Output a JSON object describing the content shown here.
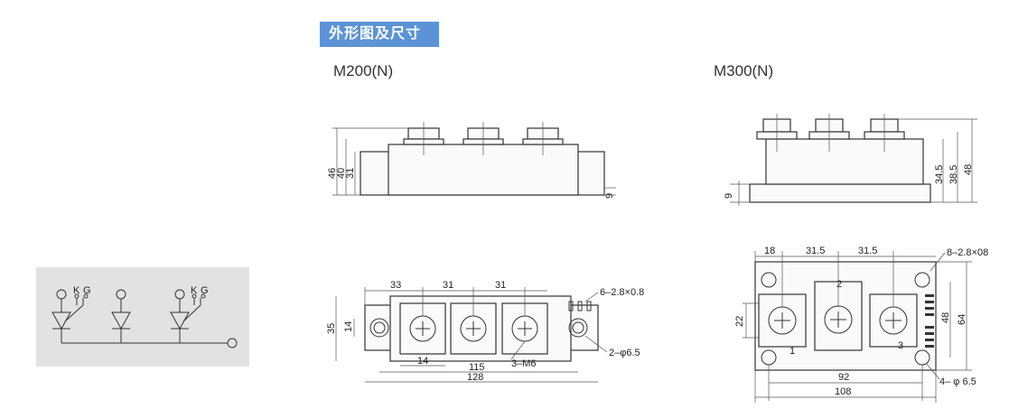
{
  "section_title": "外形图及尺寸",
  "models": {
    "left": "M200(N)",
    "right": "M300(N)"
  },
  "schematic": {
    "labels": [
      "K",
      "G",
      "K",
      "G"
    ]
  },
  "m200": {
    "side_dims": [
      "46",
      "40",
      "31",
      "9"
    ],
    "top_dims": [
      "33",
      "31",
      "31",
      "35",
      "14",
      "14",
      "115",
      "128"
    ],
    "notes": [
      "6–2.8×0.8",
      "2–φ6.5",
      "3–M6"
    ]
  },
  "m300": {
    "side_dims": [
      "9",
      "34.5",
      "38.5",
      "48"
    ],
    "top_dims": [
      "18",
      "31.5",
      "31.5",
      "22",
      "48",
      "64",
      "92",
      "108"
    ],
    "terminals": [
      "1",
      "2",
      "3"
    ],
    "notes": [
      "8–2.8×08",
      "4– φ 6.5"
    ]
  },
  "colors": {
    "banner": "#5b93d6",
    "schematic_bg": "#e2e2e2",
    "line": "#333333"
  }
}
